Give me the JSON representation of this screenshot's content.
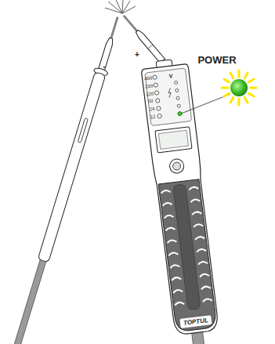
{
  "diagram": {
    "labels": [
      "POWER",
      "400",
      "230",
      "120",
      "50",
      "24",
      "12",
      "V",
      "-",
      "+",
      "TOPTUL"
    ]
  }
}
